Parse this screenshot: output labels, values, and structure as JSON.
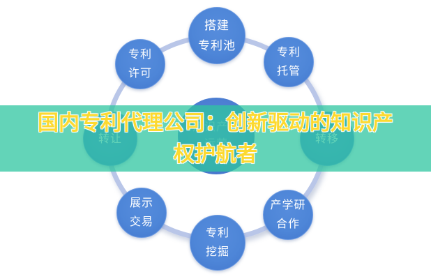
{
  "title": {
    "line1": "国内专利代理公司：创新驱动的知识产",
    "line2": "权护航者"
  },
  "banner": {
    "bg_color": "rgba(47,198,160,0.75)",
    "title_color": "#fcd930",
    "title_outline_color": "#ffffff"
  },
  "diagram": {
    "center": {
      "line1": "知识产权",
      "line2": "运营"
    },
    "nodes": [
      {
        "id": "build-patent-pool",
        "line1": "搭建",
        "line2": "专利池"
      },
      {
        "id": "patent-trusteeship",
        "line1": "专利",
        "line2": "托管"
      },
      {
        "id": "patent-transfer",
        "line1": "转移",
        "line2": ""
      },
      {
        "id": "industry-academia-research",
        "line1": "产学研",
        "line2": "合作"
      },
      {
        "id": "patent-mining",
        "line1": "专利",
        "line2": "挖掘"
      },
      {
        "id": "exhibition-trading",
        "line1": "展示",
        "line2": "交易"
      },
      {
        "id": "patent-assignment",
        "line1": "转让",
        "line2": ""
      },
      {
        "id": "patent-licensing",
        "line1": "专利",
        "line2": "许可"
      }
    ],
    "colors": {
      "node_fill": "#4e86d8",
      "node_border": "#6f9ce2",
      "ring": "#b9c6e8",
      "center_fill": "#4b7dd2",
      "background": "#ffffff"
    }
  }
}
